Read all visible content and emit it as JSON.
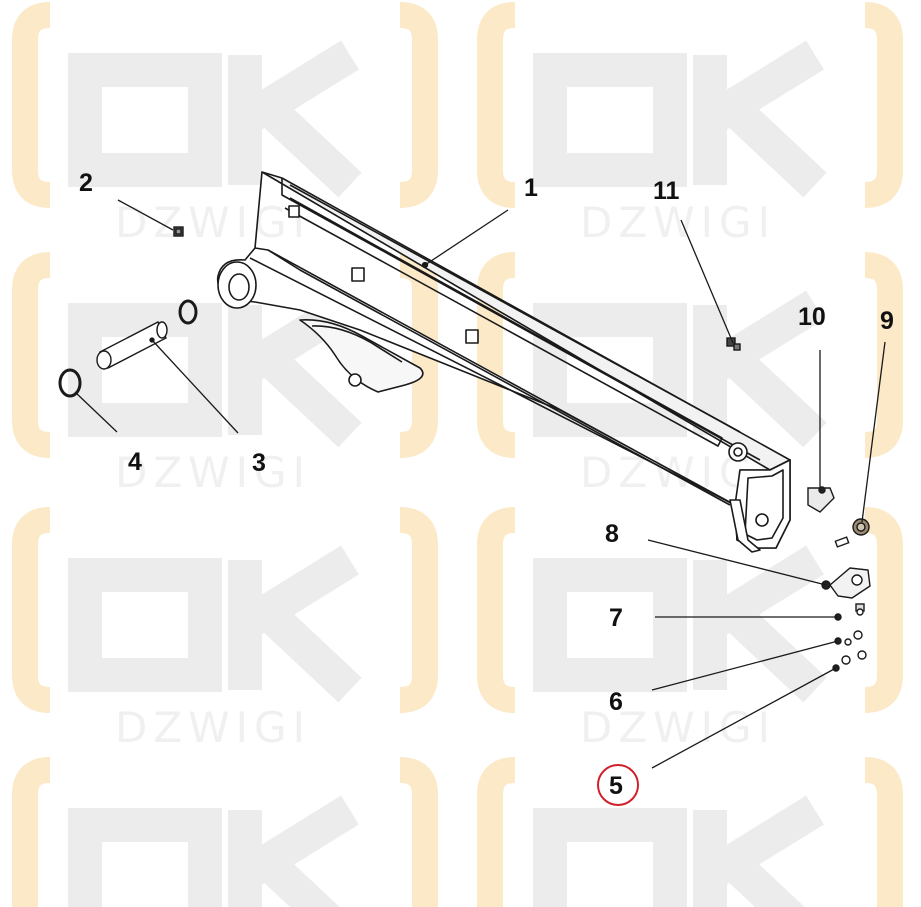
{
  "diagram": {
    "callouts": [
      {
        "id": "1",
        "label": "1"
      },
      {
        "id": "2",
        "label": "2"
      },
      {
        "id": "3",
        "label": "3"
      },
      {
        "id": "4",
        "label": "4"
      },
      {
        "id": "5",
        "label": "5",
        "highlighted": true
      },
      {
        "id": "6",
        "label": "6"
      },
      {
        "id": "7",
        "label": "7"
      },
      {
        "id": "8",
        "label": "8"
      },
      {
        "id": "9",
        "label": "9"
      },
      {
        "id": "10",
        "label": "10"
      },
      {
        "id": "11",
        "label": "11"
      }
    ],
    "highlight_color": "#d0202a"
  },
  "watermark": {
    "logo_text": "OK",
    "sub_text": "DZWIGI",
    "bracket_color": "#fbe9c8",
    "letter_color": "#ececec"
  }
}
